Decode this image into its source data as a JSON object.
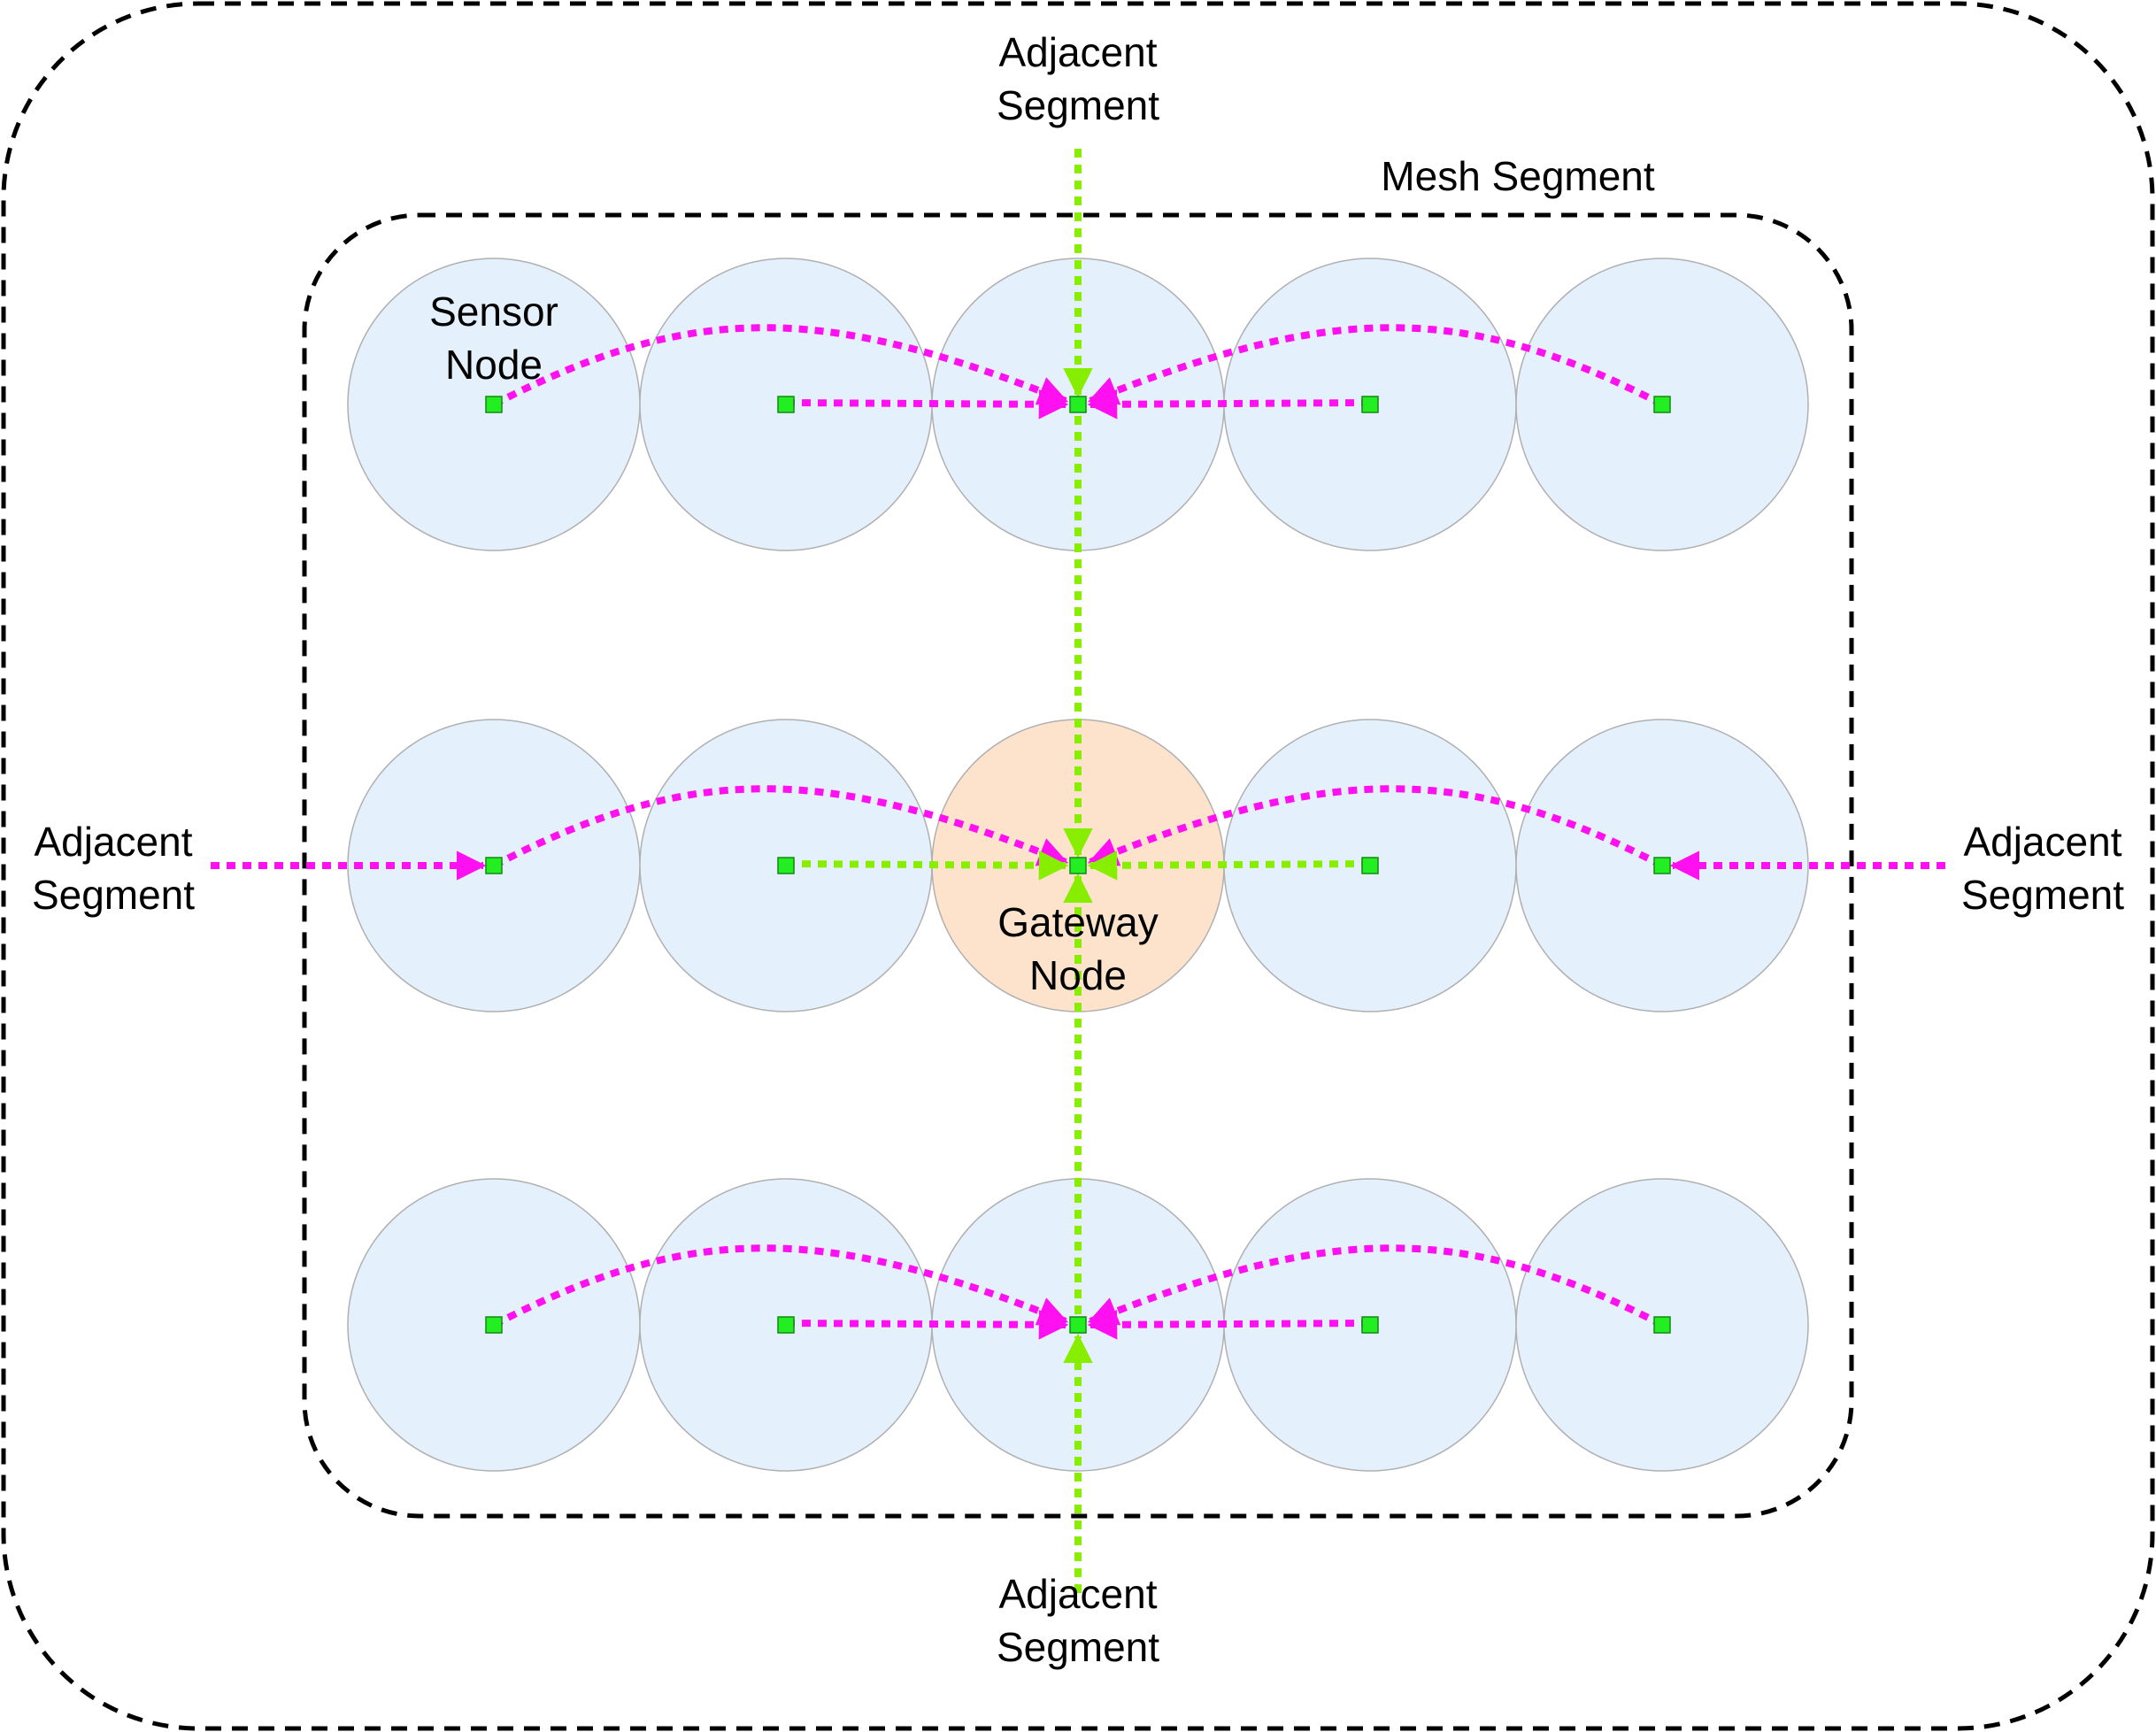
{
  "labels": {
    "mesh_segment": "Mesh Segment",
    "sensor_node": [
      "Sensor",
      "Node"
    ],
    "gateway_node": [
      "Gateway",
      "Node"
    ],
    "adjacent_top": [
      "Adjacent",
      "Segment"
    ],
    "adjacent_bottom": [
      "Adjacent",
      "Segment"
    ],
    "adjacent_left": [
      "Adjacent",
      "Segment"
    ],
    "adjacent_right": [
      "Adjacent",
      "Segment"
    ]
  },
  "colors": {
    "sensor_fill": "#e4f0fb",
    "gateway_fill": "#fde3cc",
    "node_stroke": "#b0b0b0",
    "node_marker": "#22ee22",
    "intra_segment_link": "#ff10f0",
    "inter_segment_link": "#88ee00",
    "boundary": "#000000"
  },
  "grid": {
    "rows": 3,
    "columns": 5,
    "gateway": {
      "row": 2,
      "column": 3
    }
  }
}
